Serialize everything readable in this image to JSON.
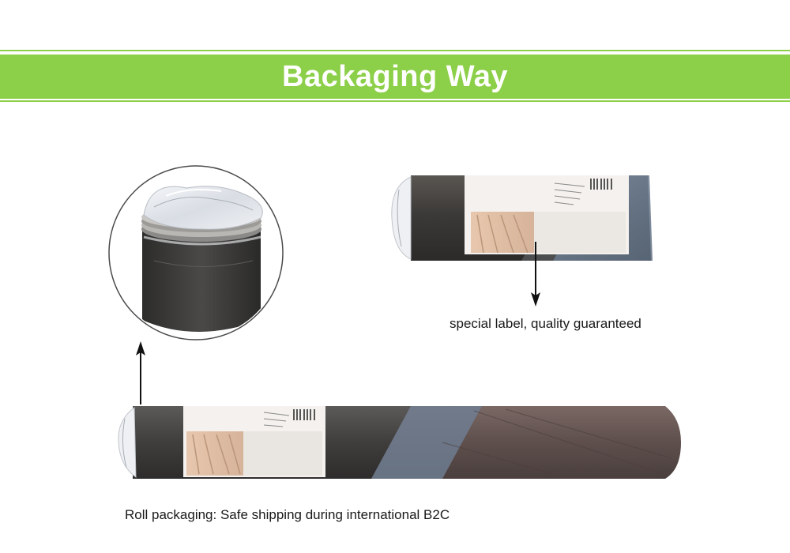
{
  "header": {
    "title": "Backaging Way",
    "accent_color": "#8ccf48"
  },
  "captions": {
    "label_note": "special label, quality guaranteed",
    "roll_note": "Roll packaging: Safe shipping during international B2C"
  },
  "icons": [
    "arrow-up-icon",
    "arrow-down-icon"
  ]
}
